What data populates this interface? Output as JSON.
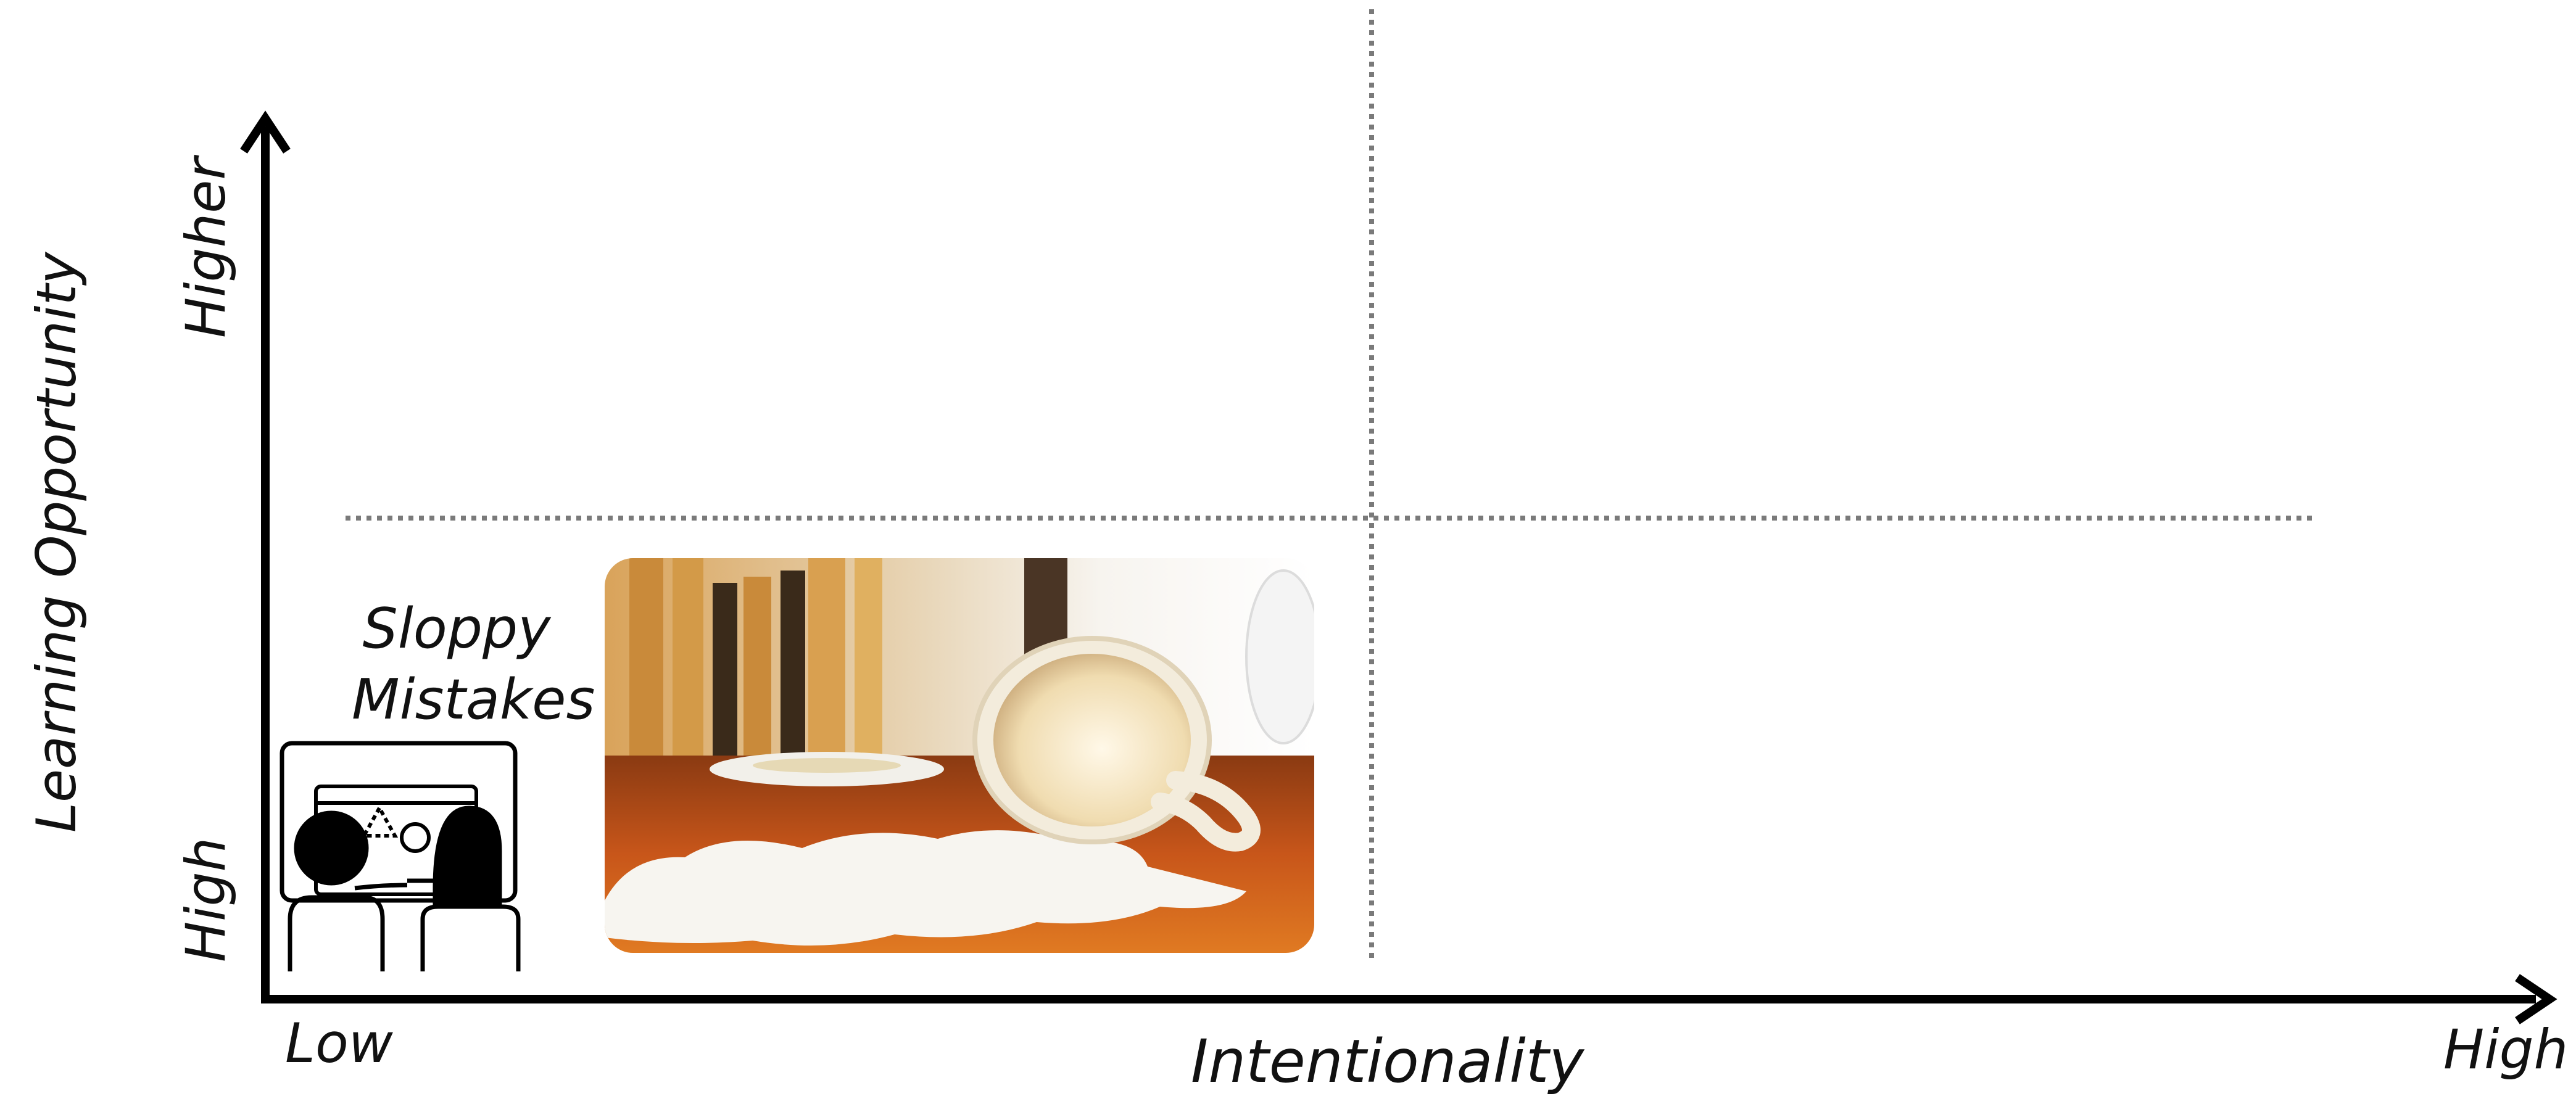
{
  "axes": {
    "y_title": "Learning Opportunity",
    "y_low_label": "High",
    "y_high_label": "Higher",
    "x_title": "Intentionality",
    "x_low_label": "Low",
    "x_high_label": "High"
  },
  "quadrants": {
    "bottom_left_label": "Sloppy Mistakes"
  },
  "icons": {
    "quadrant_icon": "children-at-whiteboard-icon",
    "photo": "spilled-coffee-cup-photo"
  },
  "colors": {
    "axis": "#000000",
    "divider": "#7a7a7a",
    "table_wood": "#c8561a"
  }
}
